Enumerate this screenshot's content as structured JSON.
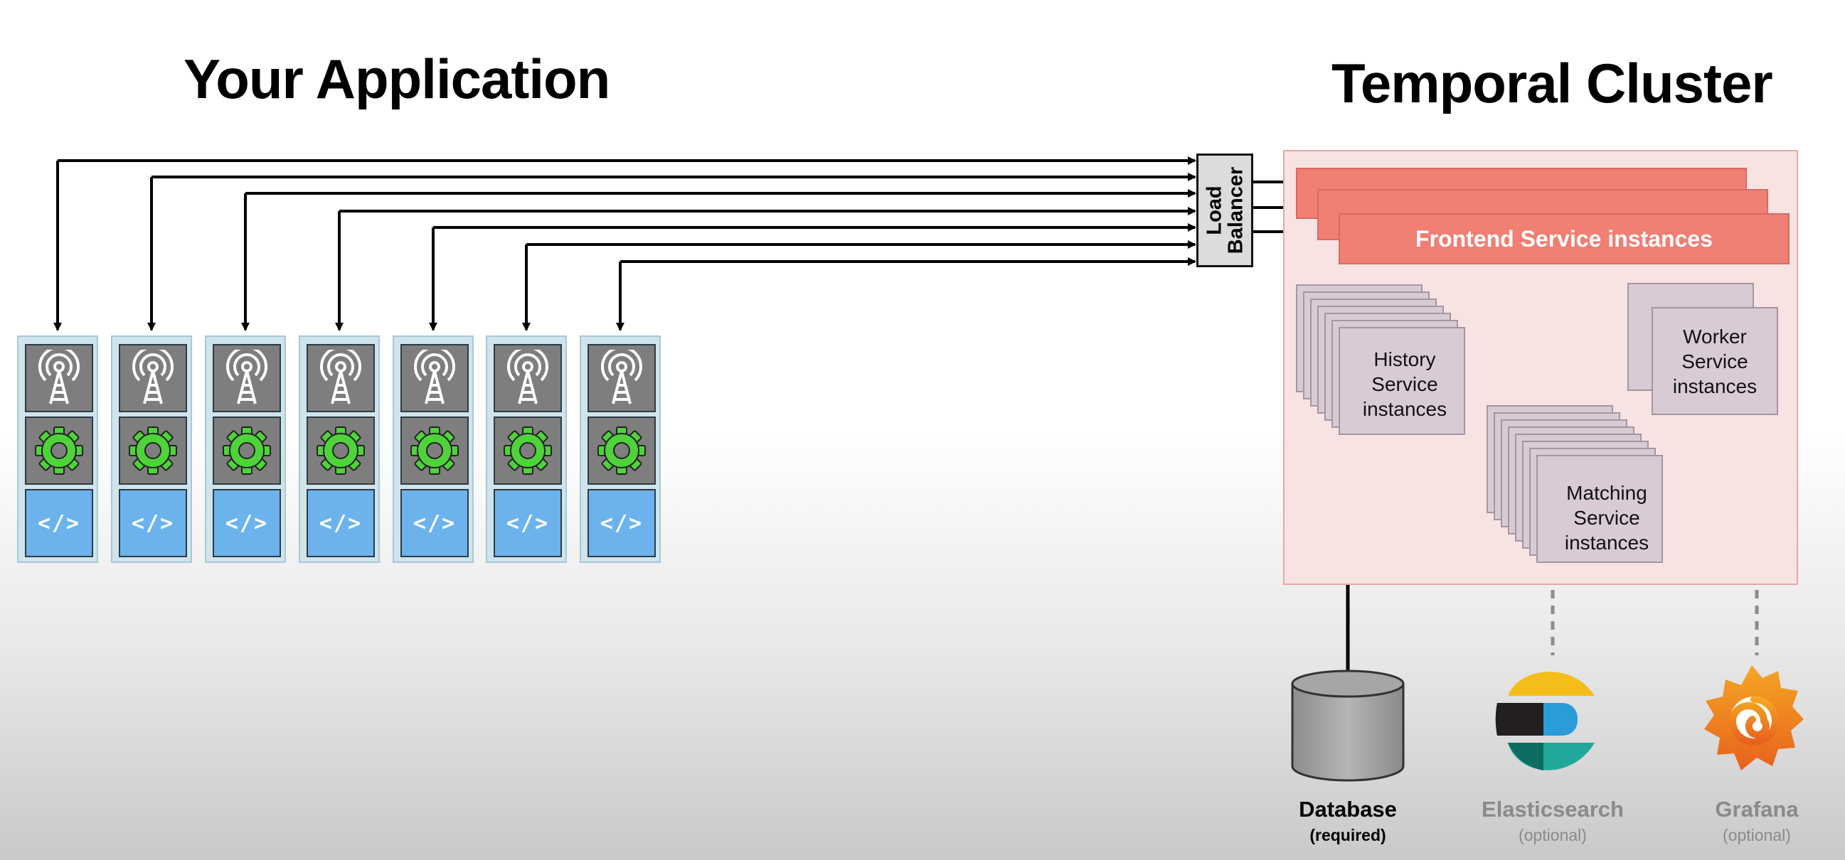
{
  "titles": {
    "application": "Your Application",
    "cluster": "Temporal Cluster"
  },
  "app_columns": [
    {
      "layers": [
        "antenna-icon",
        "gear-icon",
        "code-icon"
      ],
      "code_text": "</>"
    },
    {
      "layers": [
        "antenna-icon",
        "gear-icon",
        "code-icon"
      ],
      "code_text": "</>"
    },
    {
      "layers": [
        "antenna-icon",
        "gear-icon",
        "code-icon"
      ],
      "code_text": "</>"
    },
    {
      "layers": [
        "antenna-icon",
        "gear-icon",
        "code-icon"
      ],
      "code_text": "</>"
    },
    {
      "layers": [
        "antenna-icon",
        "gear-icon",
        "code-icon"
      ],
      "code_text": "</>"
    },
    {
      "layers": [
        "antenna-icon",
        "gear-icon",
        "code-icon"
      ],
      "code_text": "</>"
    },
    {
      "layers": [
        "antenna-icon",
        "gear-icon",
        "code-icon"
      ],
      "code_text": "</>"
    }
  ],
  "load_balancer": {
    "label": "Load\nBalancer"
  },
  "services": {
    "frontend": "Frontend Service instances",
    "history": "History\nService\ninstances",
    "matching": "Matching\nService\ninstances",
    "worker": "Worker\nService\ninstances"
  },
  "stores": [
    {
      "name": "Database",
      "note": "(required)",
      "icon": "database-cylinder-icon",
      "link": "solid"
    },
    {
      "name": "Elasticsearch",
      "note": "(optional)",
      "icon": "elasticsearch-logo-icon",
      "link": "dashed"
    },
    {
      "name": "Grafana",
      "note": "(optional)",
      "icon": "grafana-logo-icon",
      "link": "dashed"
    }
  ],
  "colors": {
    "frontend": "#f07f74",
    "cluster_bg": "#f8e3e3",
    "service_card": "#d9cbd6",
    "app_code": "#6cb3ee",
    "gear": "#4fd33b",
    "text_muted": "#8a8a8a"
  }
}
